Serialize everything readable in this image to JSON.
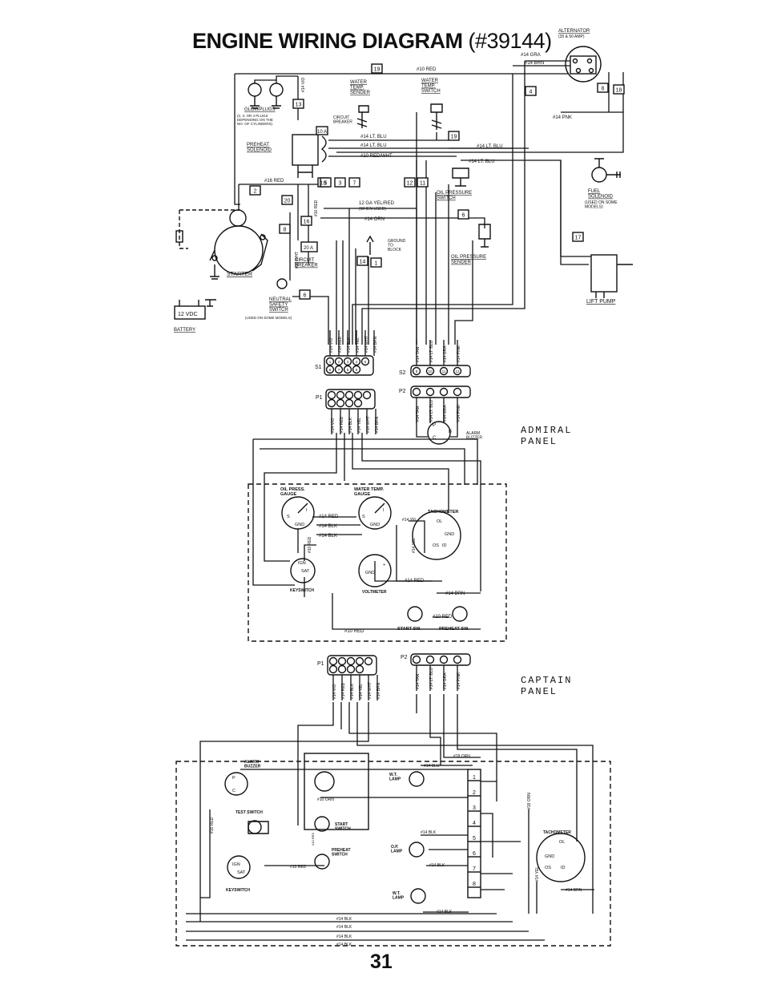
{
  "title": {
    "main": "ENGINE WIRING DIAGRAM",
    "part": "(#39144)"
  },
  "page_number": "31",
  "panels": {
    "admiral": "ADMIRAL\nPANEL",
    "captain": "CAPTAIN\nPANEL"
  },
  "components": {
    "alternator": "ALTERNATOR",
    "alternator_rating": "(35 & 50 AMP)",
    "water_temp_sender": "WATER\nTEMP.\nSENDER",
    "water_temp_switch": "WATER\nTEMP.\nSWITCH",
    "glowplugs": "GLOWPLUGS",
    "glowplugs_note": "(2, 3, OR 4 PLUGS\nDEPENDING ON THE\nNO. OF CYLINDERS)",
    "circuit_breaker_top": "CIRCUIT\nBREAKER",
    "preheat_solenoid": "PREHEAT\nSOLENOID",
    "oil_pressure_switch": "OIL PRESSURE\nSWITCH",
    "fuel_solenoid": "FUEL\nSOLENOID",
    "fuel_solenoid_note": "(USED ON SOME\nMODELS)",
    "oil_pressure_sender": "OIL PRESSURE\nSENDER",
    "ground_to_block": "GROUND\nTO\nBLOCK",
    "circuit_breaker": "CIRCUIT\nBREAKER",
    "starter": "STARTER",
    "neutral_safety_switch": "NEUTRAL\nSAFETY\nSWITCH",
    "neutral_note": "(USED ON SOME MODELS)",
    "battery": "12 VDC\nBATTERY",
    "lift_pump": "LIFT PUMP",
    "alarm_buzzer": "ALARM\nBUZZER",
    "oil_press_gauge": "OIL PRESS.\nGAUGE",
    "water_temp_gauge": "WATER TEMP.\nGAUGE",
    "tachometer": "TACHOMETER",
    "keyswitch": "KEYSWITCH",
    "voltmeter": "VOLTMETER",
    "start_sw": "START SW.",
    "preheat_sw": "PREHEAT SW.",
    "alarm_buzzer_c": "ALARM\nBUZZER",
    "wt_lamp_top": "W.T.\nLAMP",
    "test_switch": "TEST SWITCH",
    "start_switch": "START\nSWITCH",
    "preheat_switch": "PREHEAT\nSWITCH",
    "op_lamp": "O.P.\nLAMP",
    "wt_lamp": "W.T.\nLAMP",
    "keyswitch_c": "KEYSWITCH",
    "tachometer_c": "TACHOMETER"
  },
  "wires": {
    "red_top": "#10 RED",
    "gra": "#14 GRA",
    "brn": "#14 BRN",
    "pnk": "#14 PNK",
    "vio": "#14 VIO",
    "ltblu1": "#14 LT. BLU",
    "ltblu2": "#14 LT. BLU",
    "redwht": "#10 RED/WHT",
    "ltblu3": "#14 LT. BLU",
    "ltblu4": "#14 LT. BLU",
    "red16": "#16 RED",
    "yelred": "12 GA YEL/RED",
    "yelred_note": "(WHEN USED)",
    "orn": "#14 ORN",
    "red10": "#10 RED",
    "wht": "#10 WHT",
    "red_adm": "#14 RED",
    "blk_adm1": "#14 BLK",
    "blk_adm2": "#14 BLK",
    "yel_adm": "#14 YEL",
    "red_adm2": "#14 RED",
    "brn_adm": "#14 BRN",
    "red10_adm": "#10 RED",
    "red10_adm2": "#10 RED",
    "orn_c": "#18 ORN",
    "blu_c": "#14 BLU",
    "orn_c2": "#10 ORN",
    "blk_c1": "#14 BLK",
    "blk_c2": "#14 BLK",
    "blk_c3": "#14 BLK",
    "red_c": "#10 RED",
    "brn_c": "#14 BRN",
    "blk_b1": "#14 BLK",
    "blk_b2": "#14 BLK",
    "blk_b3": "#14 BLK",
    "blk_b4": "#14 BLK",
    "orn_right": "#18 ORN",
    "yel_right": "#14 YEL",
    "red_left": "#16 RED"
  },
  "connectors": {
    "s1": "S1",
    "s2": "S2",
    "p1": "P1",
    "p2": "P2",
    "p1c": "P1",
    "p2c": "P2",
    "cb10": "10 A",
    "cb20": "20 A"
  },
  "wire_numbers": [
    "19",
    "18",
    "4",
    "8",
    "13",
    "10",
    "2",
    "14",
    "15",
    "20",
    "5",
    "3",
    "7",
    "12",
    "11",
    "16",
    "6",
    "17",
    "9",
    "1"
  ],
  "harness_labels": {
    "s1": [
      "#14 VIO",
      "#14 RED",
      "#14 BLK",
      "#14 YEL",
      "#14 WHT",
      "#14 BRN"
    ],
    "s2": [
      "#14 TAN",
      "#14 LT. BLU",
      "#14 GRA",
      "#14 PINK"
    ],
    "p1a": [
      "#14 VIO",
      "#14 RED",
      "#14 BLK",
      "#14 YEL",
      "#14 WHT",
      "#14 BRN"
    ],
    "p2a": [
      "#14 TAN",
      "#14 LT. BLU",
      "#14 GRA",
      "#14 PINK"
    ],
    "p1c": [
      "#14 VIO",
      "#14 RED",
      "#14 BLK",
      "#14 YEL",
      "#14 WHT",
      "#14 BRN"
    ],
    "p2c": [
      "#14 TAN",
      "#14 LT. BLU",
      "#14 GRA",
      "#14 PINK"
    ]
  },
  "pin_labels": {
    "s1": [
      "1",
      "2",
      "3",
      "4",
      "5",
      "6",
      "7",
      "8",
      "9"
    ],
    "s2": [
      "9",
      "10",
      "11",
      "12"
    ],
    "p1a": [
      "1",
      "2",
      "3",
      "4",
      "5",
      "6",
      "7",
      "8",
      "9"
    ],
    "p2a": [
      "9",
      "10",
      "11",
      "12"
    ],
    "p1c": [
      "1",
      "2",
      "3",
      "4",
      "5",
      "6",
      "7",
      "8",
      "9"
    ],
    "p2c": [
      "9",
      "10",
      "11",
      "12"
    ]
  },
  "terminals": {
    "ignsat": [
      "IGN",
      "SAT"
    ],
    "gauge": [
      "S",
      "I",
      "GND"
    ],
    "tach": [
      "OL",
      "GND",
      "OS",
      "ID"
    ],
    "vm": [
      "GND",
      "+"
    ],
    "buzzer": [
      "P",
      "C",
      "B"
    ],
    "strip": [
      "1",
      "2",
      "3",
      "4",
      "5",
      "6",
      "7",
      "8"
    ]
  }
}
